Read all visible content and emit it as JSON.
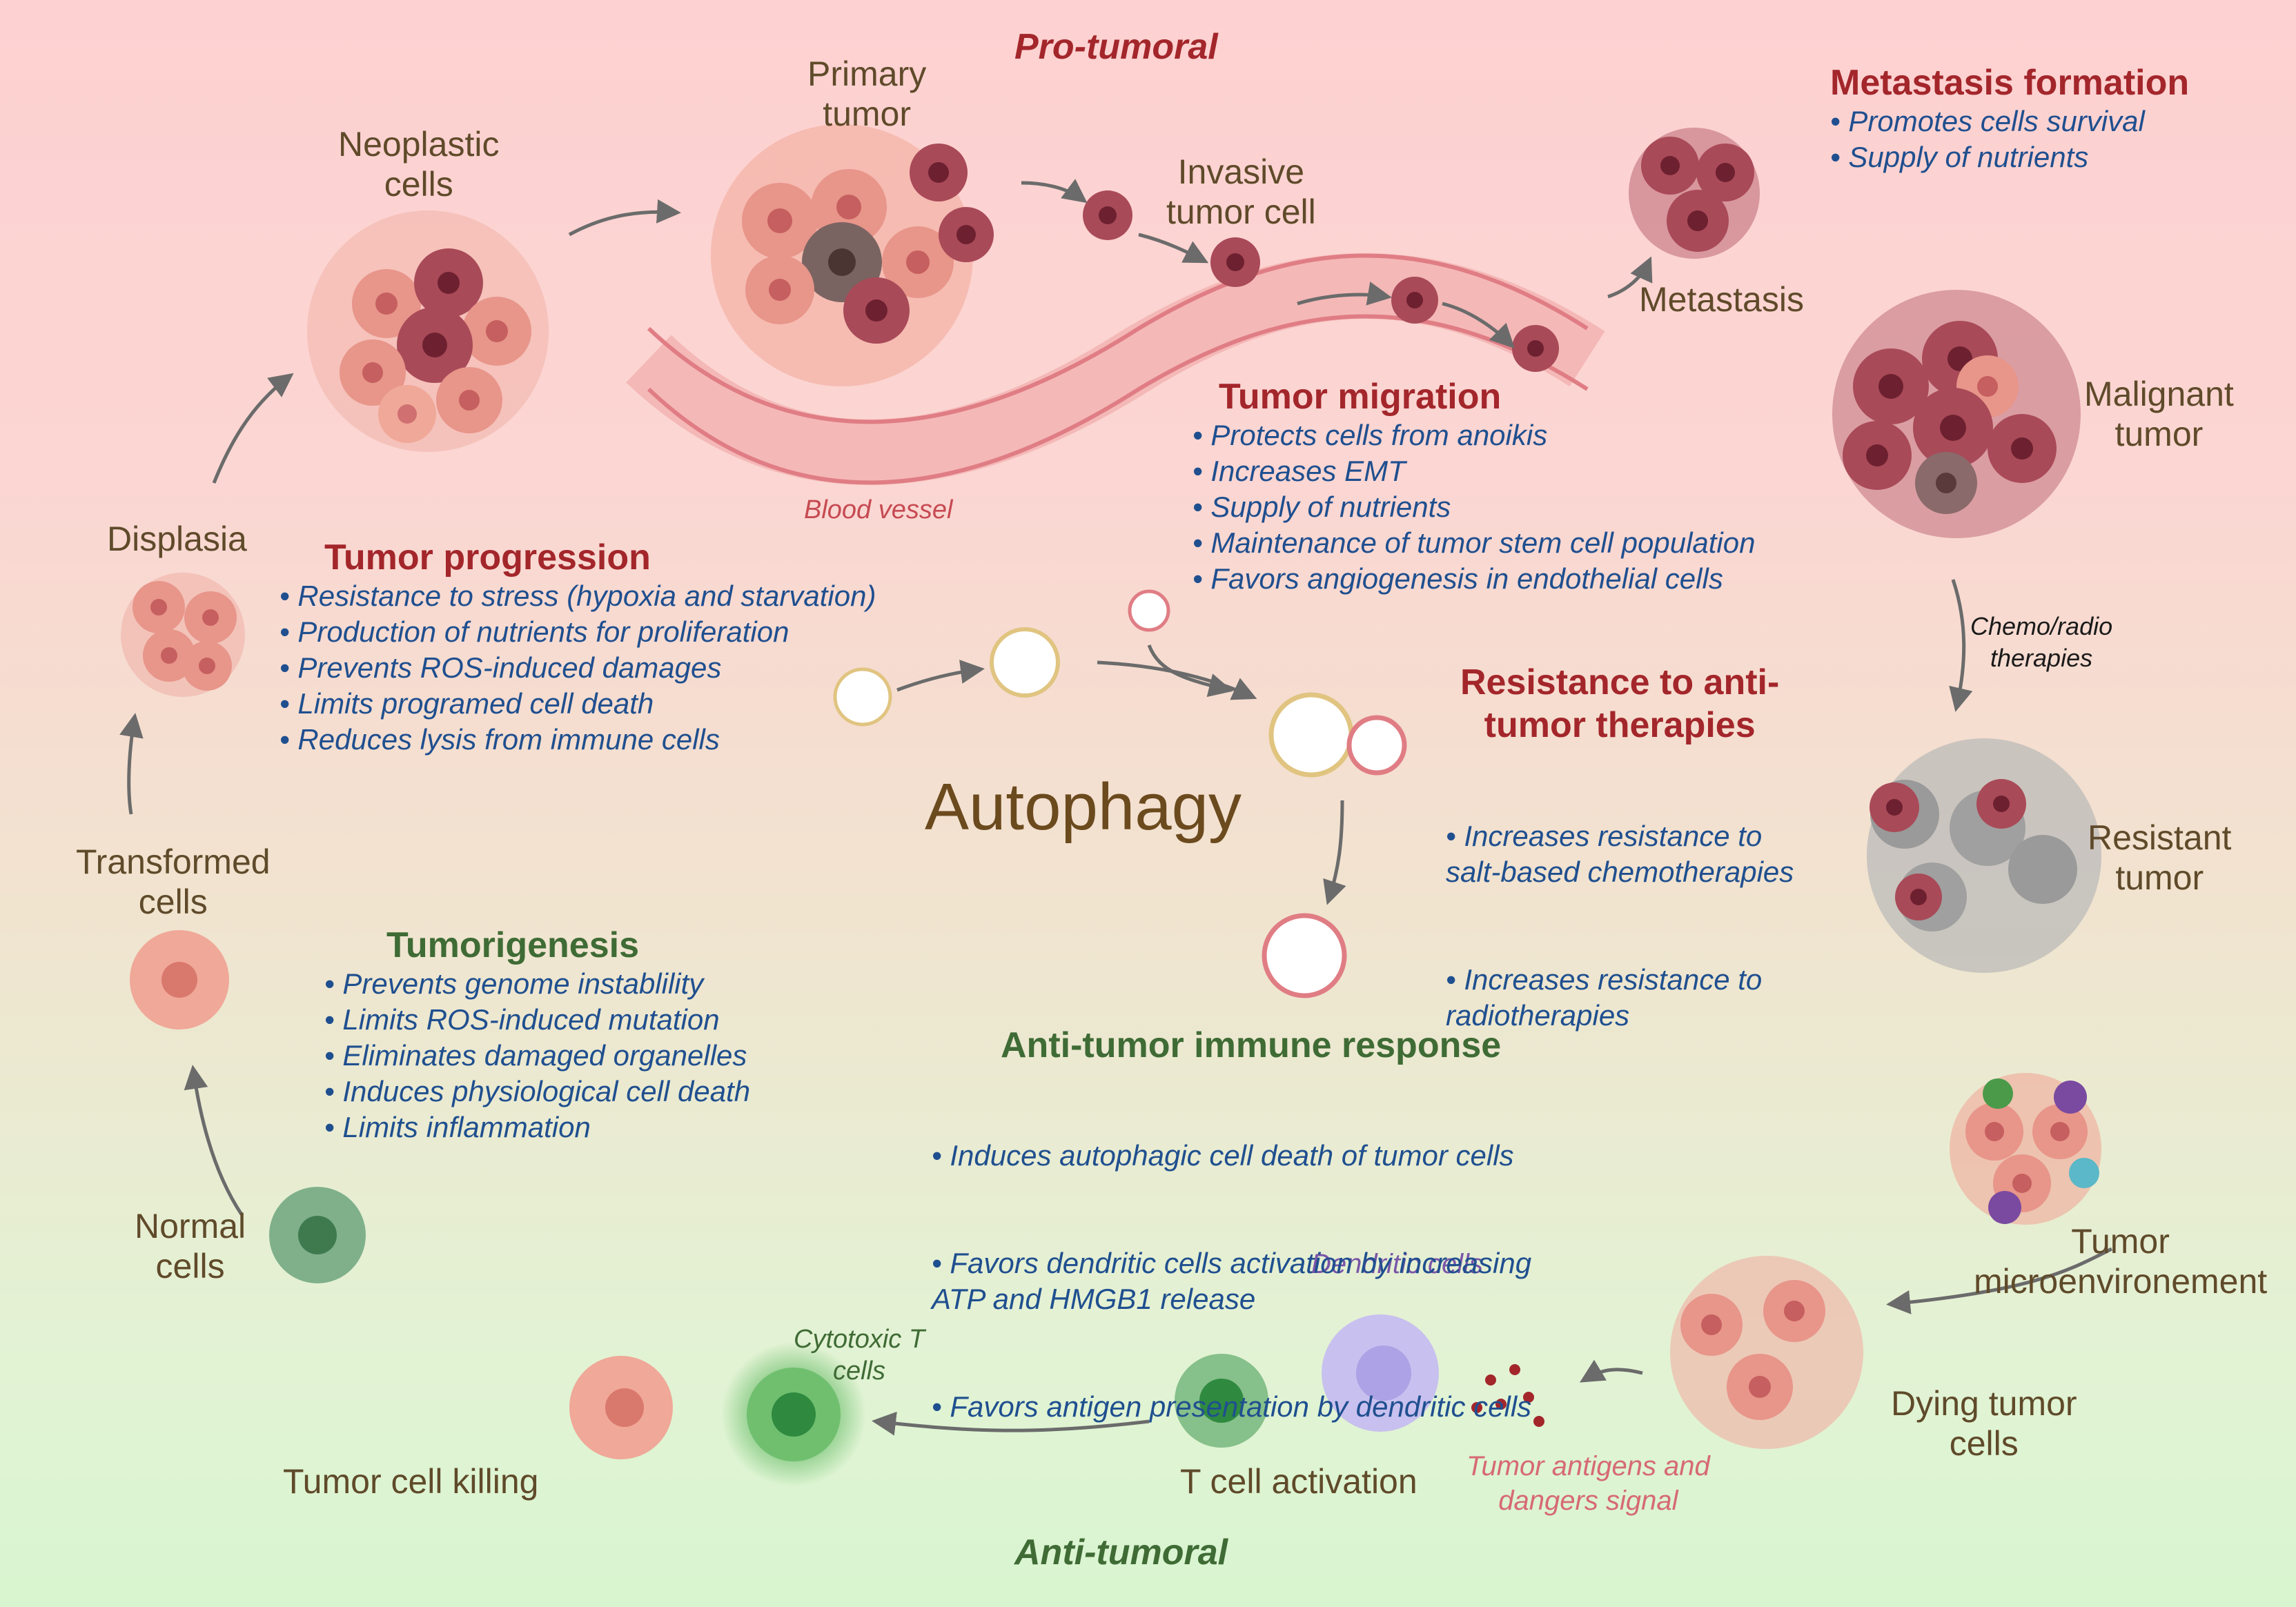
{
  "colors": {
    "pro_heading": "#a3262b",
    "anti_heading": "#3f6b35",
    "bullet_text": "#1f4f8f",
    "label_text": "#5f4a2a",
    "tumor_cell": "#e89a8a",
    "malignant_cell": "#a04550",
    "normal_cell": "#5e9a6b"
  },
  "titles": {
    "pro_tumoral": "Pro-tumoral",
    "anti_tumoral": "Anti-tumoral",
    "center": "Autophagy"
  },
  "labels": {
    "primary_tumor": "Primary\ntumor",
    "neoplastic_cells": "Neoplastic\ncells",
    "invasive_tumor_cell": "Invasive\ntumor cell",
    "metastasis": "Metastasis",
    "malignant_tumor": "Malignant\ntumor",
    "displasia": "Displasia",
    "transformed_cells": "Transformed\ncells",
    "normal_cells": "Normal\ncells",
    "resistant_tumor": "Resistant\ntumor",
    "tumor_microenvironment": "Tumor\nmicroenvironement",
    "dying_tumor_cells": "Dying tumor\ncells",
    "t_cell_activation": "T cell activation",
    "tumor_cell_killing": "Tumor cell killing",
    "blood_vessel": "Blood vessel",
    "chemo_radio": "Chemo/radio\ntherapies",
    "dendritic_cells": "Dendritic cells",
    "cytotoxic_t_cells": "Cytotoxic T\ncells",
    "tumor_antigens": "Tumor antigens and\ndangers signal"
  },
  "sections": {
    "metastasis_formation": {
      "title": "Metastasis formation",
      "items": [
        "Promotes cells survival",
        "Supply of nutrients"
      ]
    },
    "tumor_migration": {
      "title": "Tumor migration",
      "items": [
        "Protects cells from anoikis",
        "Increases EMT",
        "Supply of nutrients",
        "Maintenance of tumor stem cell population",
        "Favors angiogenesis in endothelial cells"
      ]
    },
    "tumor_progression": {
      "title": "Tumor progression",
      "items": [
        "Resistance to stress (hypoxia and starvation)",
        "Production of nutrients for proliferation",
        "Prevents ROS-induced damages",
        "Limits  programed cell death",
        "Reduces lysis from immune cells"
      ]
    },
    "resistance": {
      "title": "Resistance to anti-\ntumor therapies",
      "items": [
        "Increases resistance to\nsalt-based chemotherapies",
        "Increases resistance to\nradiotherapies"
      ]
    },
    "tumorigenesis": {
      "title": "Tumorigenesis",
      "items": [
        "Prevents genome instablility",
        "Limits ROS-induced mutation",
        "Eliminates damaged organelles",
        "Induces physiological cell death",
        "Limits inflammation"
      ]
    },
    "anti_tumor_immune": {
      "title": "Anti-tumor immune response",
      "items": [
        "Induces autophagic cell death of tumor cells",
        "Favors dendritic cells activation by increasing\nATP and HMGB1 release",
        "Favors antigen presentation by dendritic cells"
      ]
    }
  }
}
